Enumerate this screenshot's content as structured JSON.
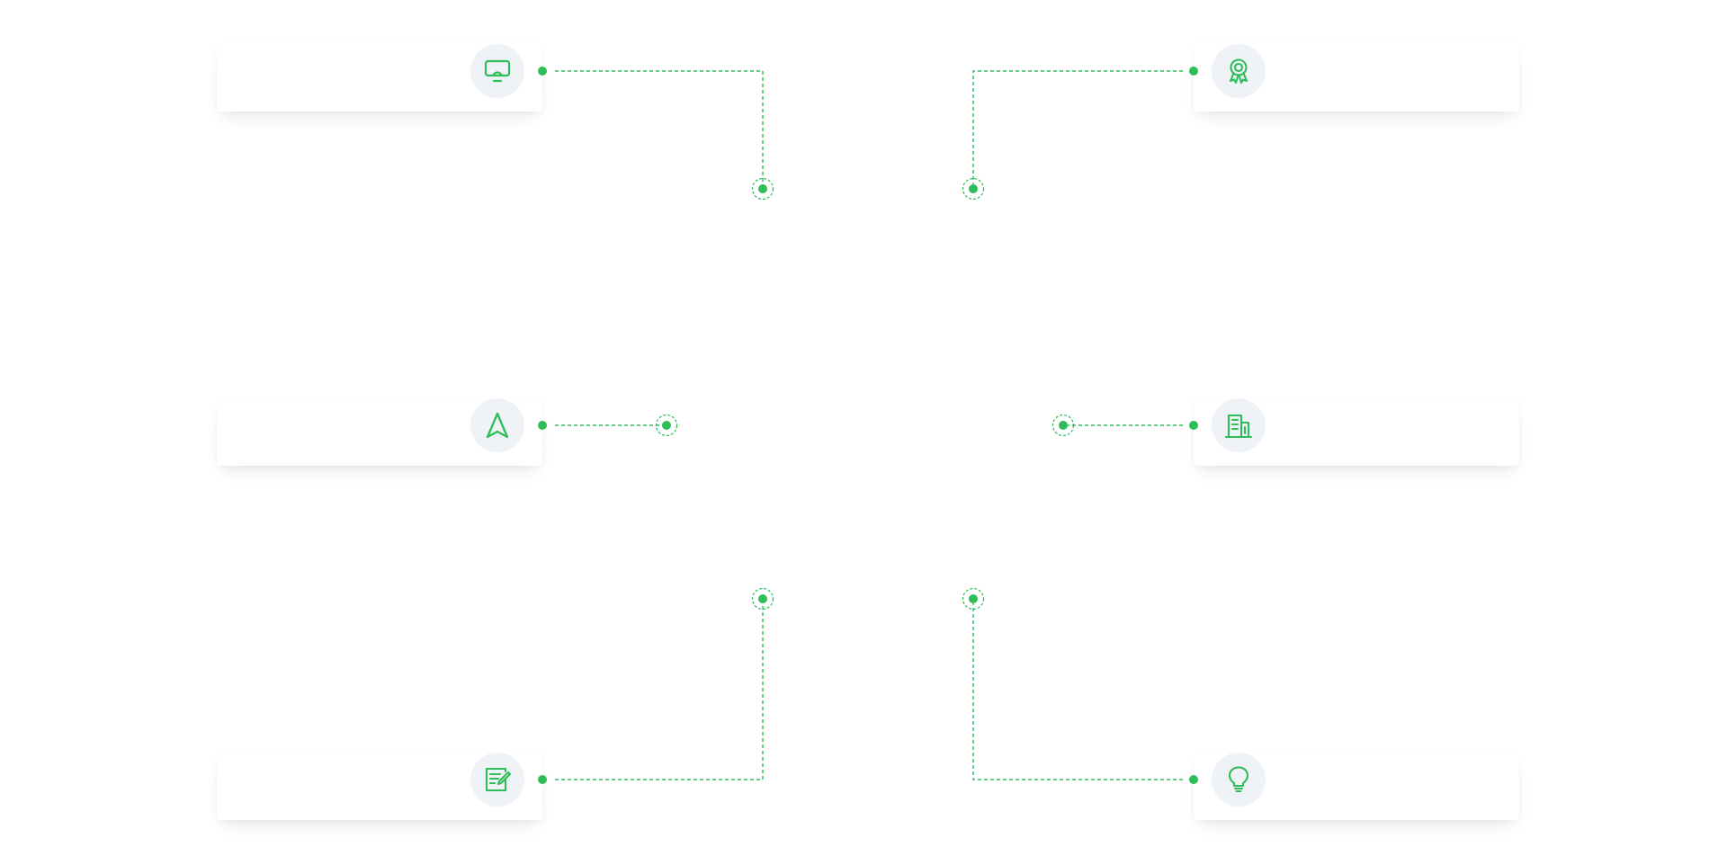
{
  "theme": {
    "accent": "#2ebd59",
    "icon_bg": "#eff2f6",
    "card_bg": "#ffffff"
  },
  "nodes": [
    {
      "id": "top-left",
      "icon": "monitor-icon"
    },
    {
      "id": "top-right",
      "icon": "award-ribbon-icon"
    },
    {
      "id": "middle-left",
      "icon": "navigation-arrow-icon"
    },
    {
      "id": "middle-right",
      "icon": "building-icon"
    },
    {
      "id": "bottom-left",
      "icon": "edit-document-icon"
    },
    {
      "id": "bottom-right",
      "icon": "lightbulb-icon"
    }
  ]
}
